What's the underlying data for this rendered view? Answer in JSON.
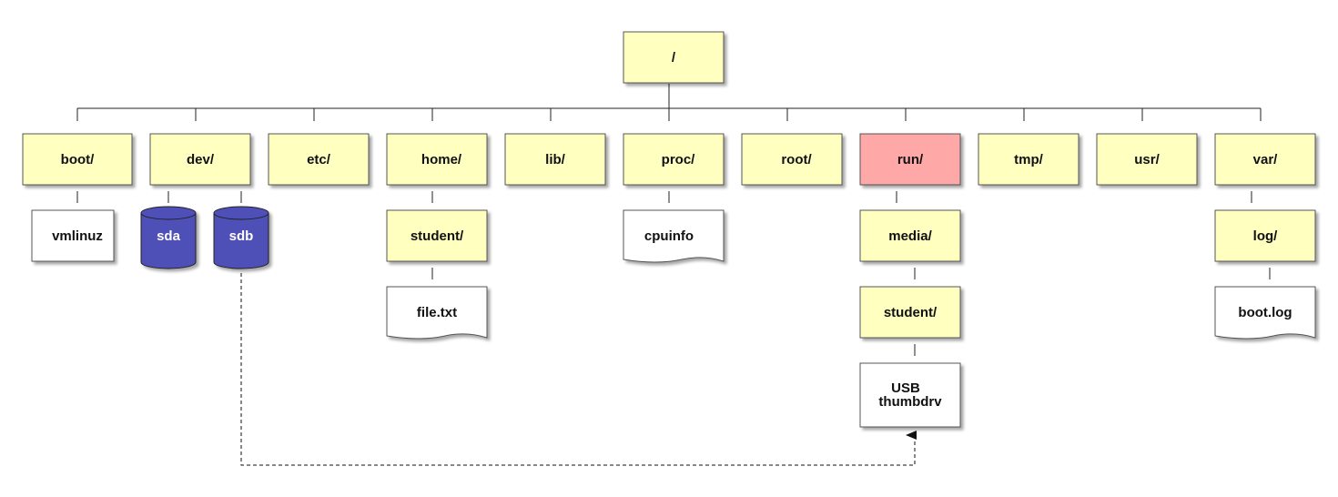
{
  "root": {
    "label": "/"
  },
  "top_dirs": [
    {
      "id": "boot",
      "label": "boot/"
    },
    {
      "id": "dev",
      "label": "dev/"
    },
    {
      "id": "etc",
      "label": "etc/"
    },
    {
      "id": "home",
      "label": "home/"
    },
    {
      "id": "lib",
      "label": "lib/"
    },
    {
      "id": "proc",
      "label": "proc/"
    },
    {
      "id": "root",
      "label": "root/"
    },
    {
      "id": "run",
      "label": "run/",
      "highlighted": true
    },
    {
      "id": "tmp",
      "label": "tmp/"
    },
    {
      "id": "usr",
      "label": "usr/"
    },
    {
      "id": "var",
      "label": "var/"
    }
  ],
  "children": {
    "vmlinuz": {
      "label": "vmlinuz",
      "kind": "file"
    },
    "sda": {
      "label": "sda",
      "kind": "disk"
    },
    "sdb": {
      "label": "sdb",
      "kind": "disk"
    },
    "home_student": {
      "label": "student/",
      "kind": "directory"
    },
    "file_txt": {
      "label": "file.txt",
      "kind": "document"
    },
    "cpuinfo": {
      "label": "cpuinfo",
      "kind": "document"
    },
    "media": {
      "label": "media/",
      "kind": "directory"
    },
    "media_student": {
      "label": "student/",
      "kind": "directory"
    },
    "usb": {
      "label_line1": "USB",
      "label_line2": "thumbdrv",
      "kind": "file"
    },
    "log": {
      "label": "log/",
      "kind": "directory"
    },
    "boot_log": {
      "label": "boot.log",
      "kind": "document"
    }
  },
  "mount_link": {
    "from": "sdb",
    "to": "usb",
    "style": "dashed"
  },
  "colors": {
    "directory_fill": "#ffffc0",
    "highlight_fill": "#fea8a8",
    "disk_fill": "#5050b8",
    "file_fill": "#ffffff",
    "line": "#222222"
  }
}
